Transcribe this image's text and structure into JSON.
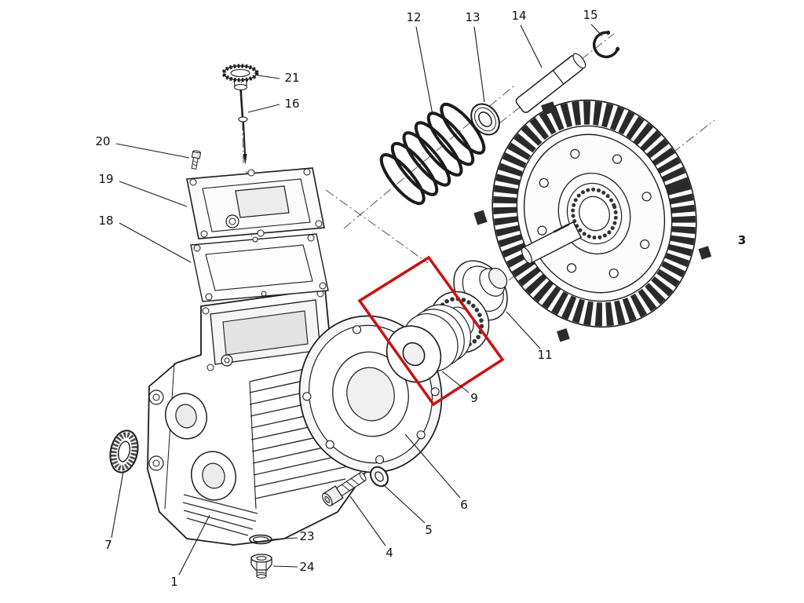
{
  "page": {
    "type": "exploded-parts-diagram",
    "background": "#ffffff"
  },
  "diagram": {
    "highlight_color": "#cc1111",
    "line_color": "#1c1c1c",
    "labels": [
      "12",
      "13",
      "14",
      "15",
      "21",
      "16",
      "20",
      "19",
      "18",
      "3",
      "11",
      "9",
      "6",
      "5",
      "4",
      "7",
      "23",
      "24",
      "1"
    ]
  }
}
